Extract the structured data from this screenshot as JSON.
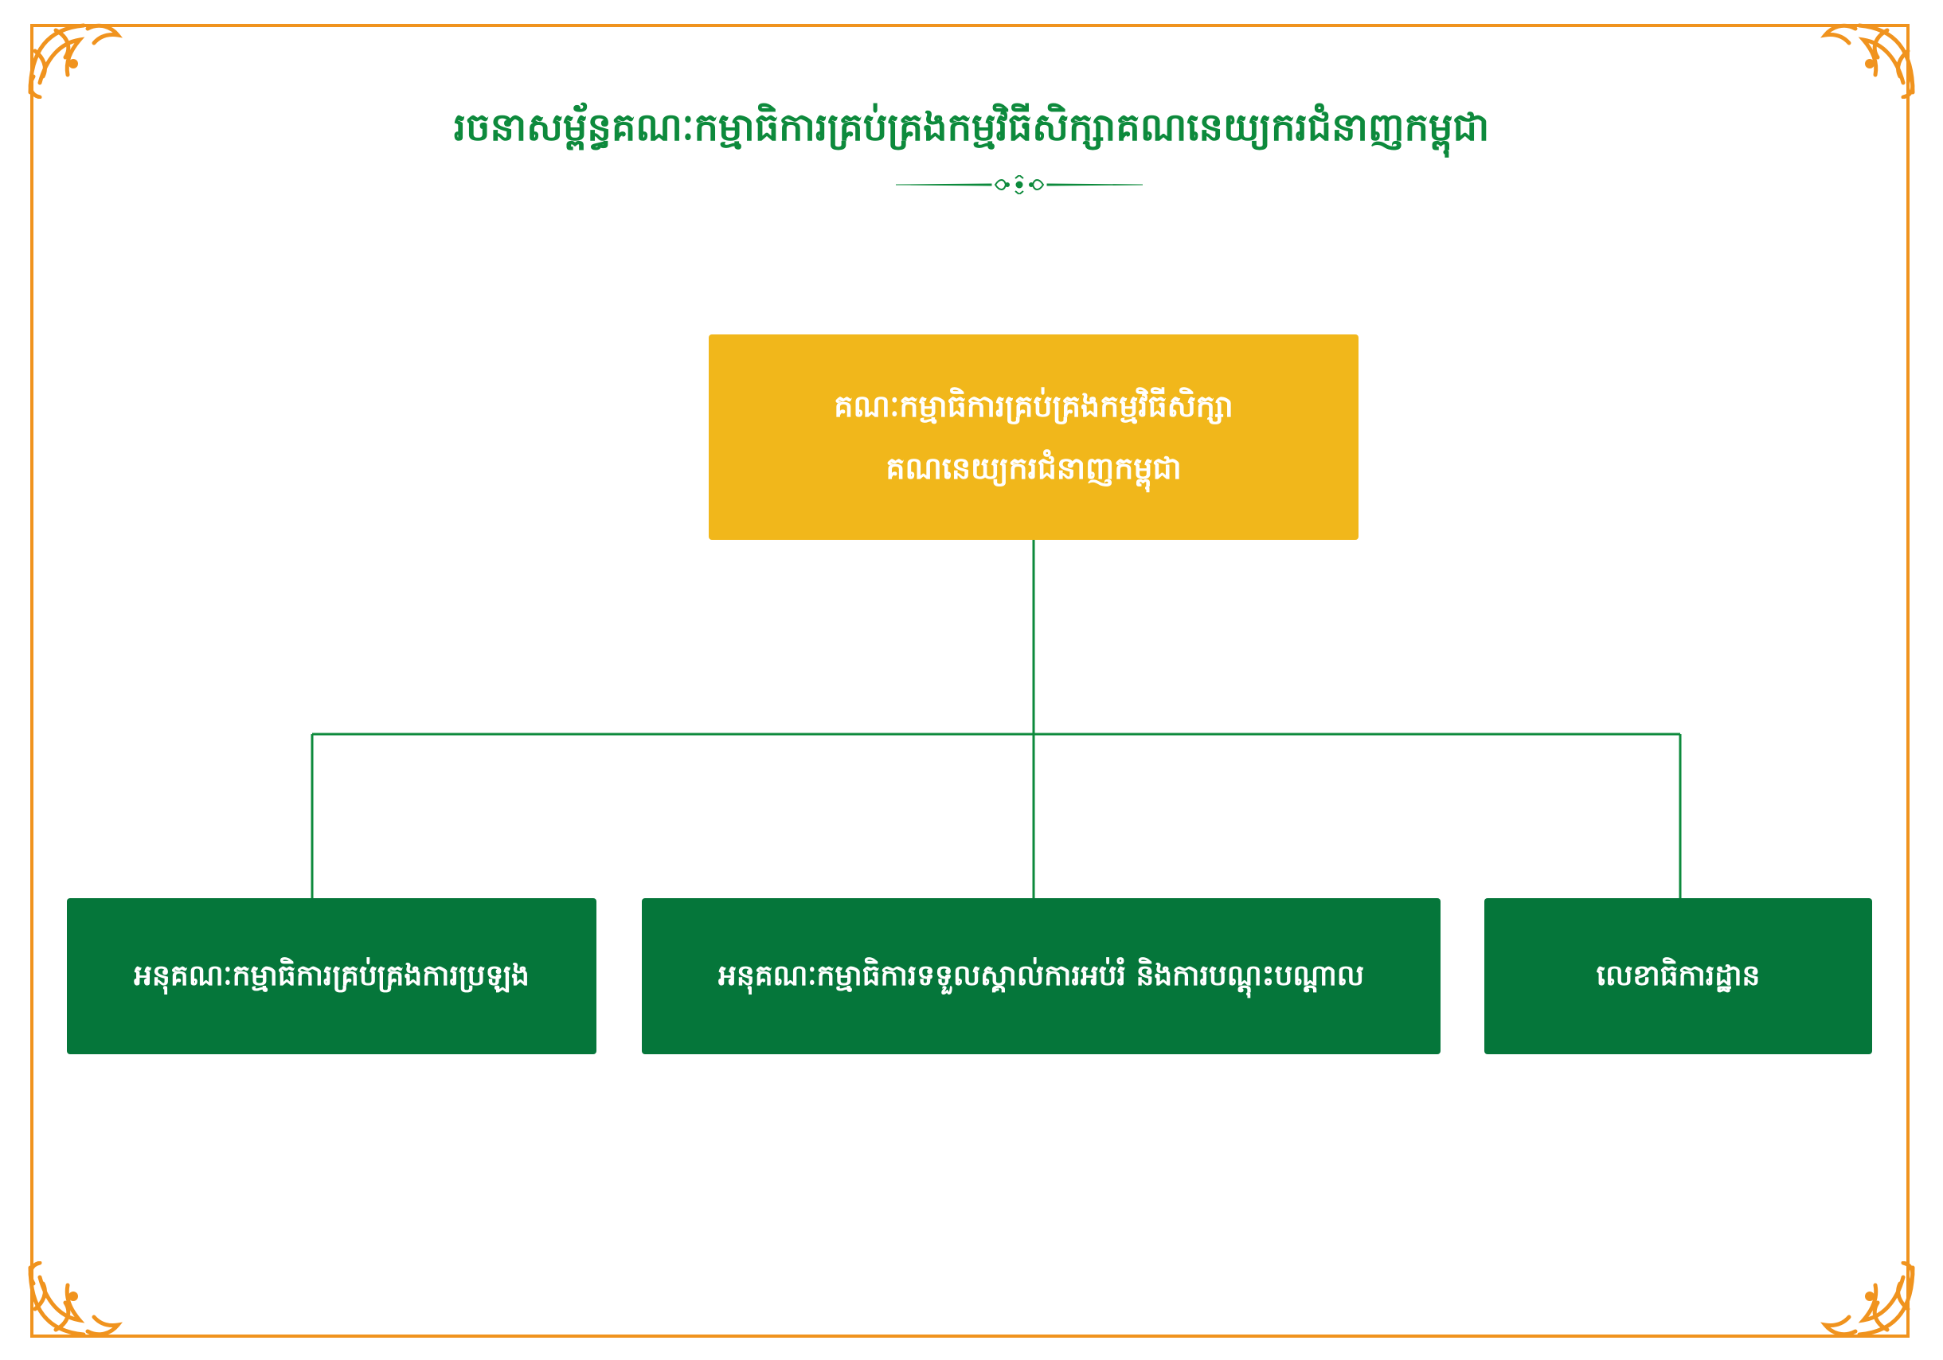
{
  "title": "រចនាសម្ព័ន្ធគណៈកម្មាធិការគ្រប់គ្រងកម្មវិធីសិក្សាគណនេយ្យករជំនាញកម្ពុជា",
  "root": {
    "line1": "គណៈកម្មាធិការគ្រប់គ្រងកម្មវិធីសិក្សា",
    "line2": "គណនេយ្យករជំនាញកម្ពុជា"
  },
  "children": [
    {
      "label": "អនុគណៈកម្មាធិការគ្រប់គ្រងការប្រឡង"
    },
    {
      "label": "អនុគណៈកម្មាធិការទទួលស្គាល់ការអប់រំ និងការបណ្តុះបណ្តាល"
    },
    {
      "label": "លេខាធិការដ្ឋាន"
    }
  ],
  "colors": {
    "border": "#f0931e",
    "title": "#0d8a3c",
    "root_box": "#f1b71b",
    "child_box": "#05763a",
    "connector": "#0d8a3c"
  }
}
